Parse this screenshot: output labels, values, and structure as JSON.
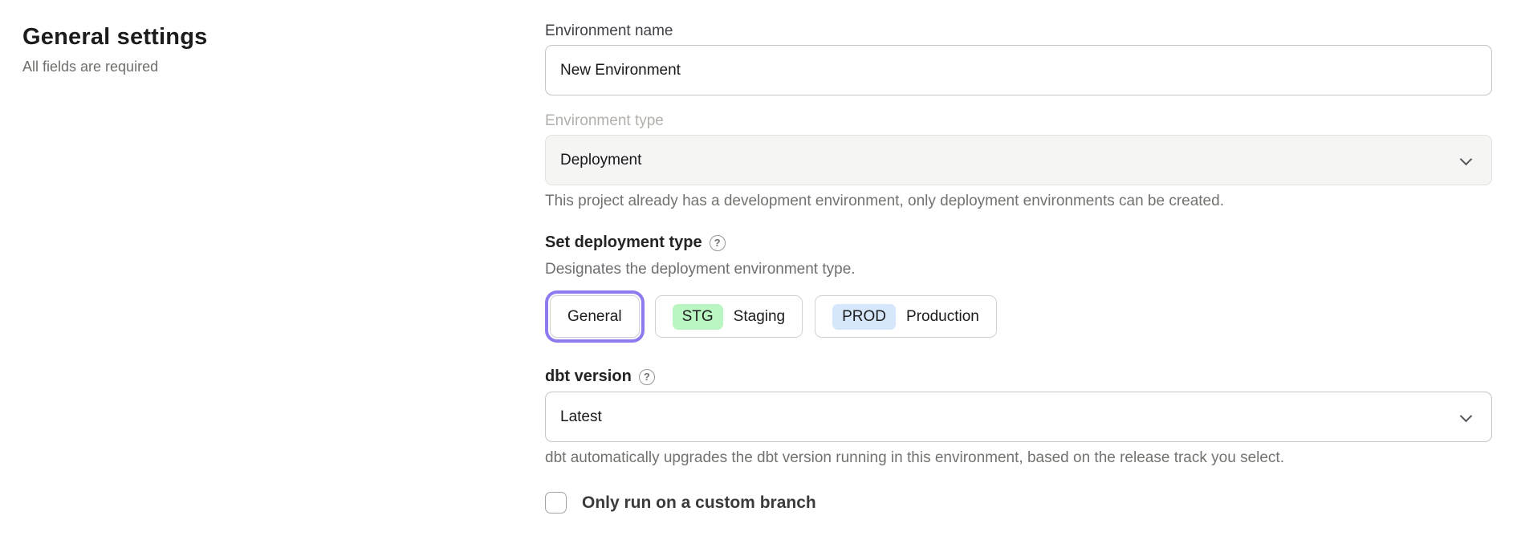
{
  "page": {
    "title": "General settings",
    "subtitle": "All fields are required"
  },
  "form": {
    "environment_name": {
      "label": "Environment name",
      "value": "New Environment"
    },
    "environment_type": {
      "label": "Environment type",
      "value": "Deployment",
      "helper": "This project already has a development environment, only deployment environments can be created."
    },
    "deployment_type": {
      "label": "Set deployment type",
      "help_icon": "?",
      "description": "Designates the deployment environment type.",
      "options": [
        {
          "label": "General",
          "badge": "",
          "selected": true
        },
        {
          "label": "Staging",
          "badge": "STG",
          "selected": false
        },
        {
          "label": "Production",
          "badge": "PROD",
          "selected": false
        }
      ]
    },
    "dbt_version": {
      "label": "dbt version",
      "help_icon": "?",
      "value": "Latest",
      "helper": "dbt automatically upgrades the dbt version running in this environment, based on the release track you select."
    },
    "custom_branch": {
      "label": "Only run on a custom branch",
      "checked": false
    }
  },
  "colors": {
    "accent_purple": "#8d7bf0",
    "badge_green": "#b9f6c1",
    "badge_blue": "#d6e7fc",
    "disabled_field_bg": "#f5f5f4"
  }
}
